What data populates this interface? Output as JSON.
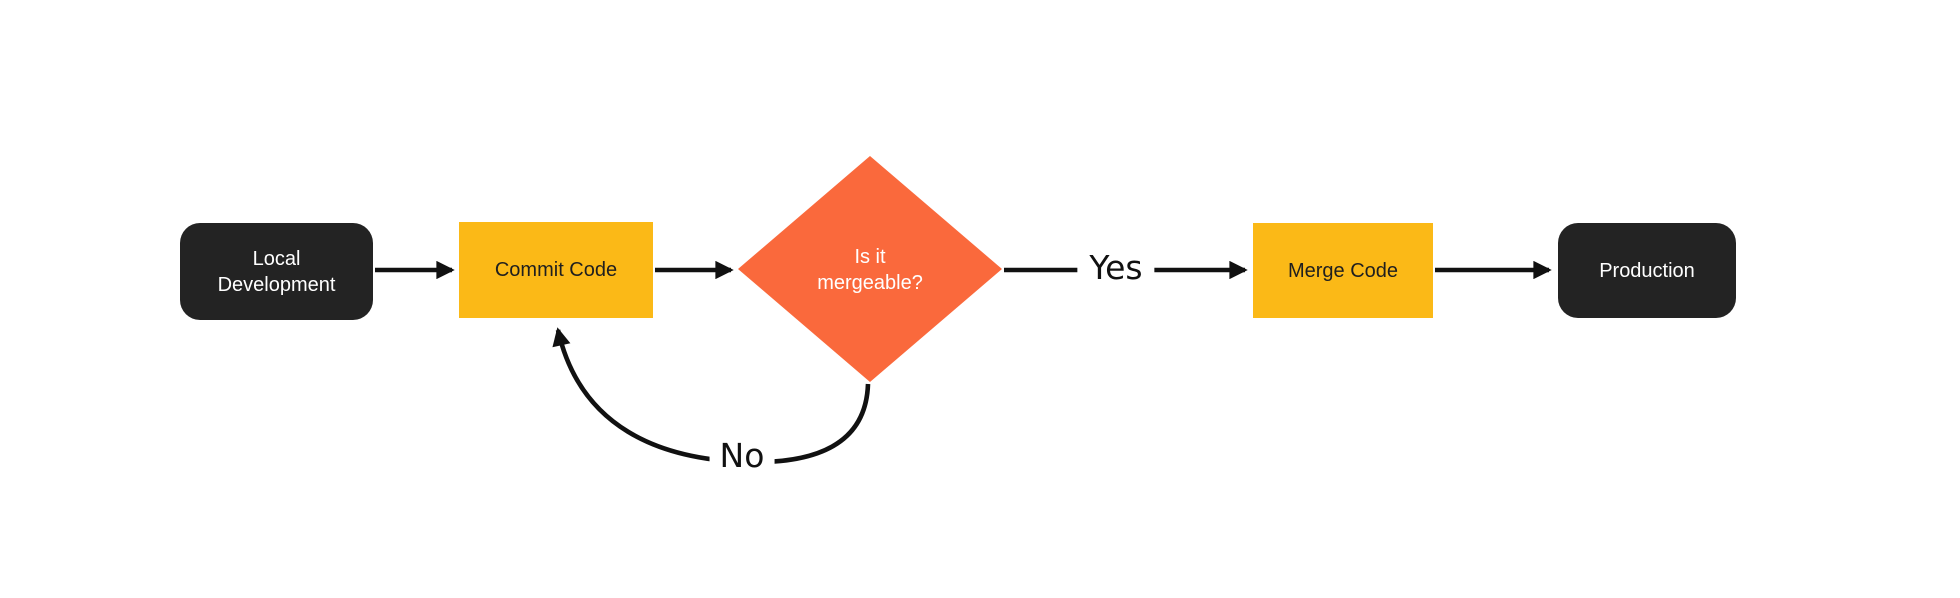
{
  "diagram": {
    "type": "flowchart",
    "background": "#ffffff",
    "arrow_color": "#111111",
    "nodes": [
      {
        "id": "local-development",
        "label": "Local Development",
        "shape": "rounded-rectangle",
        "fill": "#232323",
        "text_color": "#ffffff"
      },
      {
        "id": "commit-code",
        "label": "Commit Code",
        "shape": "rectangle",
        "fill": "#FBB917",
        "text_color": "#1f1f1f"
      },
      {
        "id": "is-it-mergeable",
        "label": "Is it mergeable?",
        "shape": "diamond",
        "fill": "#FA693C",
        "text_color": "#ffffff"
      },
      {
        "id": "merge-code",
        "label": "Merge Code",
        "shape": "rectangle",
        "fill": "#FBB917",
        "text_color": "#1f1f1f"
      },
      {
        "id": "production",
        "label": "Production",
        "shape": "rounded-rectangle",
        "fill": "#232323",
        "text_color": "#ffffff"
      }
    ],
    "edges": [
      {
        "from": "local-development",
        "to": "commit-code",
        "label": ""
      },
      {
        "from": "commit-code",
        "to": "is-it-mergeable",
        "label": ""
      },
      {
        "from": "is-it-mergeable",
        "to": "merge-code",
        "label": "Yes"
      },
      {
        "from": "merge-code",
        "to": "production",
        "label": ""
      },
      {
        "from": "is-it-mergeable",
        "to": "commit-code",
        "label": "No"
      }
    ],
    "edge_labels": {
      "yes": "Yes",
      "no": "No"
    }
  }
}
